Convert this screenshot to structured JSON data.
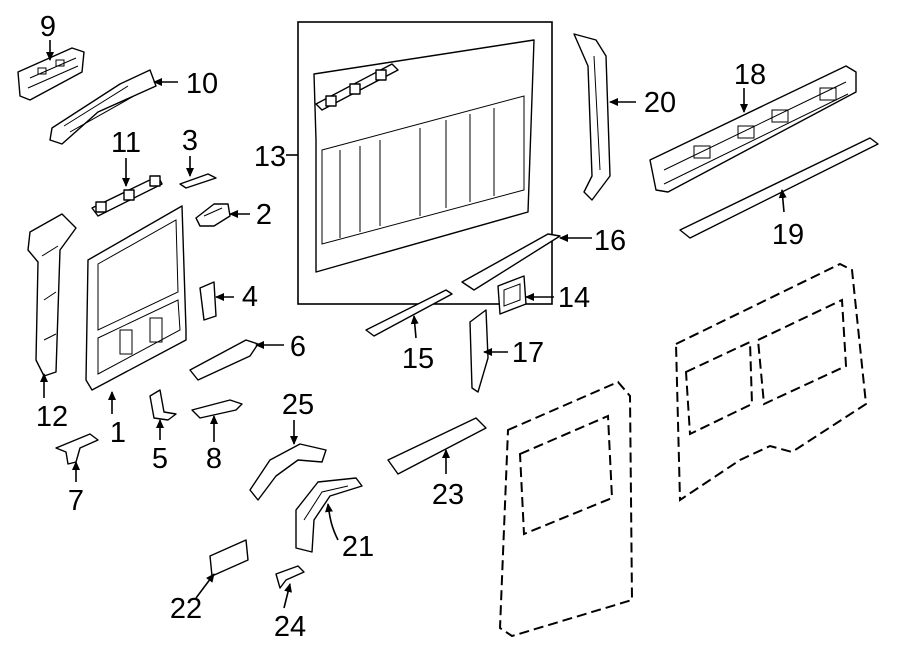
{
  "callouts": [
    {
      "id": "p1",
      "label": "1"
    },
    {
      "id": "p2",
      "label": "2"
    },
    {
      "id": "p3",
      "label": "3"
    },
    {
      "id": "p4",
      "label": "4"
    },
    {
      "id": "p5",
      "label": "5"
    },
    {
      "id": "p6",
      "label": "6"
    },
    {
      "id": "p7",
      "label": "7"
    },
    {
      "id": "p8",
      "label": "8"
    },
    {
      "id": "p9",
      "label": "9"
    },
    {
      "id": "p10",
      "label": "10"
    },
    {
      "id": "p11",
      "label": "11"
    },
    {
      "id": "p12",
      "label": "12"
    },
    {
      "id": "p13",
      "label": "13"
    },
    {
      "id": "p14",
      "label": "14"
    },
    {
      "id": "p15",
      "label": "15"
    },
    {
      "id": "p16",
      "label": "16"
    },
    {
      "id": "p17",
      "label": "17"
    },
    {
      "id": "p18",
      "label": "18"
    },
    {
      "id": "p19",
      "label": "19"
    },
    {
      "id": "p20",
      "label": "20"
    },
    {
      "id": "p21",
      "label": "21"
    },
    {
      "id": "p22",
      "label": "22"
    },
    {
      "id": "p23",
      "label": "23"
    },
    {
      "id": "p24",
      "label": "24"
    },
    {
      "id": "p25",
      "label": "25"
    }
  ],
  "colors": {
    "line": "#000000",
    "background": "#ffffff"
  }
}
